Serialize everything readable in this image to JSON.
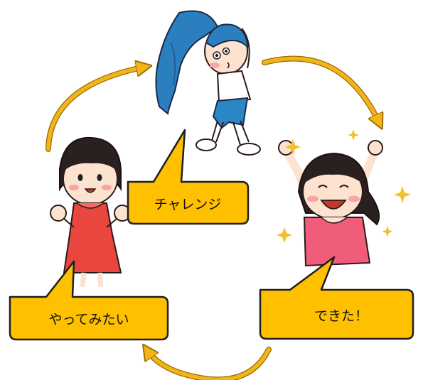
{
  "diagram": {
    "type": "cycle",
    "steps": [
      {
        "label": "やってみたい"
      },
      {
        "label": "チャレンジ"
      },
      {
        "label": "できた！"
      }
    ]
  },
  "colors": {
    "bubble_fill": "#ffc000",
    "bubble_stroke": "#1f1f1f",
    "arrow_fill": "#f0b518",
    "arrow_stroke": "#9a6a00",
    "sparkle": "#f2c12b"
  },
  "illustrations": [
    {
      "name": "girl-eager-icon",
      "depicts": "girl with clenched fists, red dress"
    },
    {
      "name": "child-stretching-icon",
      "depicts": "child stretching with blue towel"
    },
    {
      "name": "girl-cheering-icon",
      "depicts": "girl with raised arms, pink shirt, sparkles"
    }
  ]
}
